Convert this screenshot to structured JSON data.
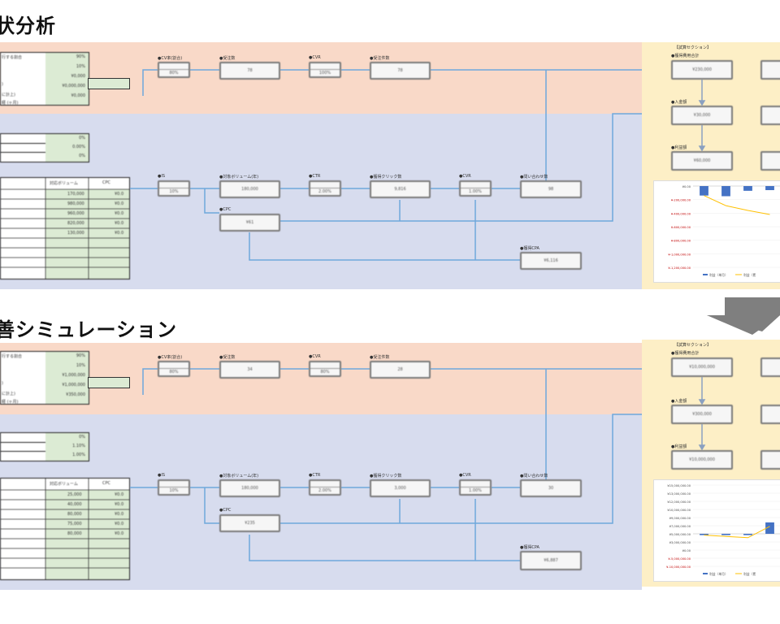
{
  "titles": {
    "current": "状分析",
    "improved": "善シミュレーション"
  },
  "current": {
    "left_labels": [
      "行する割合",
      "",
      "",
      ")",
      "に計上)",
      "経 (ヶ月)"
    ],
    "left_values": [
      "90%",
      "10%",
      "¥0,000",
      "¥0,000,000",
      "¥0,000"
    ],
    "mid_values": [
      "0%",
      "0.00%",
      "0%"
    ],
    "table_header": [
      "対応ボリューム",
      "CPC"
    ],
    "table_rows": [
      [
        "170,000",
        "¥0.0"
      ],
      [
        "980,000",
        "¥0.0"
      ],
      [
        "960,000",
        "¥0.0"
      ],
      [
        "820,000",
        "¥0.0"
      ],
      [
        "130,000",
        "¥0.0"
      ]
    ],
    "top_nodes": [
      {
        "label": "●CV率(割合)",
        "pct": "80%"
      },
      {
        "label": "●受注数",
        "value": "78"
      },
      {
        "label": "●CVR",
        "pct": "100%"
      },
      {
        "label": "●受注件数",
        "value": "78"
      }
    ],
    "bottom_nodes": [
      {
        "label": "●IS",
        "pct": "10%"
      },
      {
        "label": "●対象ボリューム(年)",
        "value": "180,000"
      },
      {
        "label": "●CTR",
        "pct": "2.00%"
      },
      {
        "label": "●獲得クリック数",
        "value": "9,816"
      },
      {
        "label": "●CVR",
        "pct": "1.00%"
      },
      {
        "label": "●問い合わせ数",
        "value": "98"
      },
      {
        "label": "●CPC",
        "value": "¥61"
      },
      {
        "label": "●獲得CPA",
        "value": "¥6,116"
      }
    ],
    "sim_title": "【試算セクション】",
    "sim_nodes": [
      {
        "label": "●獲得費用合計",
        "value": "¥230,000"
      },
      {
        "label": "●入金額",
        "value": "¥30,000"
      },
      {
        "label": "●利益額",
        "value": "¥60,000"
      }
    ]
  },
  "improved": {
    "left_labels": [
      "行する割合",
      "",
      "",
      ")",
      "に計上)",
      "経 (ヶ月)"
    ],
    "left_values": [
      "90%",
      "10%",
      "¥1,000,000",
      "¥1,000,000",
      "¥350,000"
    ],
    "mid_values": [
      "0%",
      "1.10%",
      "1.00%"
    ],
    "table_header": [
      "対応ボリューム",
      "CPC"
    ],
    "table_rows": [
      [
        "25,000",
        "¥0.0"
      ],
      [
        "40,000",
        "¥0.0"
      ],
      [
        "80,000",
        "¥0.0"
      ],
      [
        "75,000",
        "¥0.0"
      ],
      [
        "80,000",
        "¥0.0"
      ]
    ],
    "top_nodes": [
      {
        "label": "●CV率(割合)",
        "pct": "80%"
      },
      {
        "label": "●受注数",
        "value": "34"
      },
      {
        "label": "●CVR",
        "pct": "80%"
      },
      {
        "label": "●受注件数",
        "value": "28"
      }
    ],
    "bottom_nodes": [
      {
        "label": "●IS",
        "pct": "10%"
      },
      {
        "label": "●対象ボリューム(年)",
        "value": "180,000"
      },
      {
        "label": "●CTR",
        "pct": "2.00%"
      },
      {
        "label": "●獲得クリック数",
        "value": "3,000"
      },
      {
        "label": "●CVR",
        "pct": "1.00%"
      },
      {
        "label": "●問い合わせ数",
        "value": "30"
      },
      {
        "label": "●CPC",
        "value": "¥235"
      },
      {
        "label": "●獲得CPA",
        "value": "¥6,887"
      }
    ],
    "sim_title": "【試算セクション】",
    "sim_nodes": [
      {
        "label": "●獲得費用合計",
        "value": "¥10,000,000"
      },
      {
        "label": "●入金額",
        "value": "¥300,000"
      },
      {
        "label": "●利益額",
        "value": "¥10,000,000"
      }
    ]
  },
  "chart_data": [
    {
      "type": "bar",
      "yticks": [
        "¥0.00",
        "¥-200,000.00",
        "¥-400,000.00",
        "¥-600,000.00",
        "¥-800,000.00",
        "¥-1,000,000.00",
        "¥-1,200,000.00"
      ],
      "series": [
        {
          "name": "利益（単月）",
          "values": [
            -140000,
            -150000,
            -70000,
            -60000
          ]
        },
        {
          "name": "利益（累",
          "values": [
            -140000,
            -290000,
            -360000,
            -420000
          ]
        }
      ],
      "ylim": [
        -1200000,
        0
      ]
    },
    {
      "type": "bar",
      "yticks": [
        "¥15,000,000.00",
        "¥13,000,000.00",
        "¥12,000,000.00",
        "¥10,000,000.00",
        "¥9,000,000.00",
        "¥7,000,000.00",
        "¥5,000,000.00",
        "¥3,000,000.00",
        "¥0.00",
        "¥-5,000,000.00",
        "¥-10,000,000.00"
      ],
      "series": [
        {
          "name": "利益（単月）",
          "values": [
            -400000,
            -400000,
            -400000,
            3500000
          ]
        },
        {
          "name": "利益（累",
          "values": [
            -400000,
            -800000,
            -1200000,
            2300000
          ]
        }
      ],
      "ylim": [
        -10000000,
        15000000
      ]
    }
  ],
  "colors": {
    "accent_line": "#6fa8dc",
    "bar": "#4472c4",
    "line": "#ffc000",
    "negative_tick": "#c00000"
  }
}
